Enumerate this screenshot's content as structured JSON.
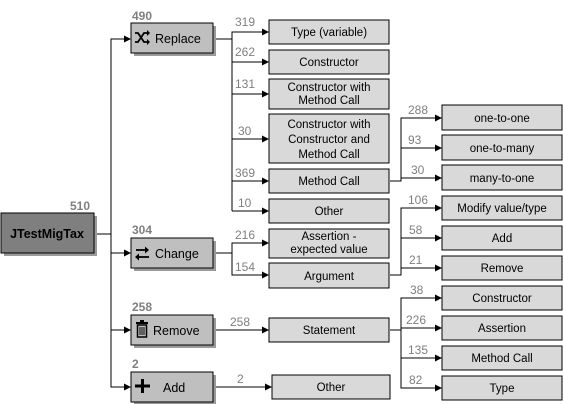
{
  "root": {
    "label": "JTestMigTax",
    "count": "510"
  },
  "categories": {
    "replace": {
      "label": "Replace",
      "count": "490",
      "icon": "shuffle-icon"
    },
    "change": {
      "label": "Change",
      "count": "304",
      "icon": "swap-arrows-icon"
    },
    "remove": {
      "label": "Remove",
      "count": "258",
      "icon": "trash-icon"
    },
    "add": {
      "label": "Add",
      "count": "2",
      "icon": "plus-icon"
    }
  },
  "replace_children": [
    {
      "label": "Type (variable)",
      "count": "319"
    },
    {
      "label": "Constructor",
      "count": "262"
    },
    {
      "label": "Constructor with Method Call",
      "count": "131"
    },
    {
      "label": "Constructor with Constructor and Method Call",
      "count": "30"
    },
    {
      "label": "Method Call",
      "count": "369"
    },
    {
      "label": "Other",
      "count": "10"
    }
  ],
  "method_call_children": [
    {
      "label": "one-to-one",
      "count": "288"
    },
    {
      "label": "one-to-many",
      "count": "93"
    },
    {
      "label": "many-to-one",
      "count": "30"
    }
  ],
  "change_children": [
    {
      "label": "Assertion - expected value",
      "count": "216"
    },
    {
      "label": "Argument",
      "count": "154"
    }
  ],
  "argument_children": [
    {
      "label": "Modify value/type",
      "count": "106"
    },
    {
      "label": "Add",
      "count": "58"
    },
    {
      "label": "Remove",
      "count": "21"
    }
  ],
  "remove_children": [
    {
      "label": "Statement",
      "count": "258"
    }
  ],
  "statement_children": [
    {
      "label": "Constructor",
      "count": "38"
    },
    {
      "label": "Assertion",
      "count": "226"
    },
    {
      "label": "Method Call",
      "count": "135"
    },
    {
      "label": "Type",
      "count": "82"
    }
  ],
  "add_children": [
    {
      "label": "Other",
      "count": "2"
    }
  ]
}
